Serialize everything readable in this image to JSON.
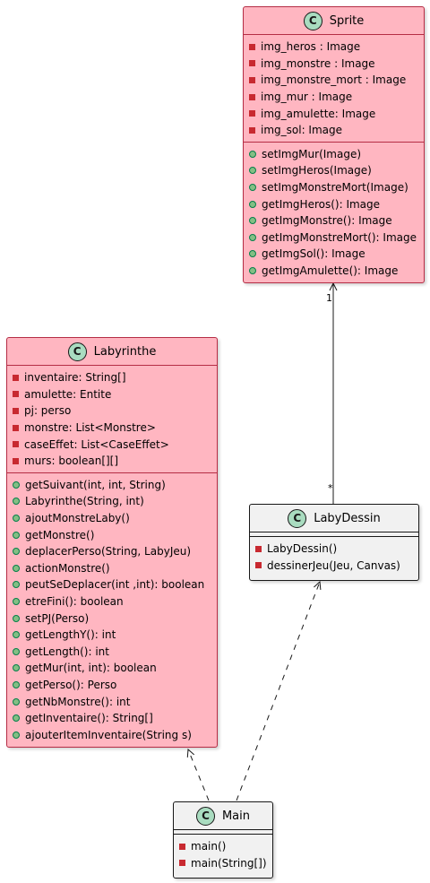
{
  "colors": {
    "class_fill": "#ffb6c1",
    "class_border": "#b52d45",
    "neutral_fill": "#f1f1f1",
    "badge_fill": "#a9dcc0",
    "private_marker": "#c82930",
    "public_marker": "#84be84",
    "edge": "#181818"
  },
  "classes": {
    "sprite": {
      "name": "Sprite",
      "badge": "C",
      "attributes": [
        {
          "vis": "private",
          "text": "img_heros : Image"
        },
        {
          "vis": "private",
          "text": "img_monstre : Image"
        },
        {
          "vis": "private",
          "text": "img_monstre_mort : Image"
        },
        {
          "vis": "private",
          "text": "img_mur : Image"
        },
        {
          "vis": "private",
          "text": "img_amulette: Image"
        },
        {
          "vis": "private",
          "text": "img_sol: Image"
        }
      ],
      "methods": [
        {
          "vis": "public",
          "text": "setImgMur(Image)"
        },
        {
          "vis": "public",
          "text": "setImgHeros(Image)"
        },
        {
          "vis": "public",
          "text": "setImgMonstreMort(Image)"
        },
        {
          "vis": "public",
          "text": "getImgHeros(): Image"
        },
        {
          "vis": "public",
          "text": "getImgMonstre(): Image"
        },
        {
          "vis": "public",
          "text": "getImgMonstreMort(): Image"
        },
        {
          "vis": "public",
          "text": "getImgSol(): Image"
        },
        {
          "vis": "public",
          "text": "getImgAmulette(): Image"
        }
      ]
    },
    "labyrinthe": {
      "name": "Labyrinthe",
      "badge": "C",
      "attributes": [
        {
          "vis": "private",
          "text": "inventaire: String[]"
        },
        {
          "vis": "private",
          "text": "amulette: Entite"
        },
        {
          "vis": "private",
          "text": "pj: perso"
        },
        {
          "vis": "private",
          "text": "monstre: List<Monstre>"
        },
        {
          "vis": "private",
          "text": "caseEffet: List<CaseEffet>"
        },
        {
          "vis": "private",
          "text": "murs: boolean[][]"
        }
      ],
      "methods": [
        {
          "vis": "public",
          "text": "getSuivant(int, int, String)"
        },
        {
          "vis": "public",
          "text": "Labyrinthe(String, int)"
        },
        {
          "vis": "public",
          "text": "ajoutMonstreLaby()"
        },
        {
          "vis": "public",
          "text": "getMonstre()"
        },
        {
          "vis": "public",
          "text": "deplacerPerso(String, LabyJeu)"
        },
        {
          "vis": "public",
          "text": "actionMonstre()"
        },
        {
          "vis": "public",
          "text": "peutSeDeplacer(int ,int): boolean"
        },
        {
          "vis": "public",
          "text": "etreFini(): boolean"
        },
        {
          "vis": "public",
          "text": "setPJ(Perso)"
        },
        {
          "vis": "public",
          "text": "getLengthY(): int"
        },
        {
          "vis": "public",
          "text": "getLength(): int"
        },
        {
          "vis": "public",
          "text": "getMur(int, int): boolean"
        },
        {
          "vis": "public",
          "text": "getPerso(): Perso"
        },
        {
          "vis": "public",
          "text": "getNbMonstre(): int"
        },
        {
          "vis": "public",
          "text": "getInventaire(): String[]"
        },
        {
          "vis": "public",
          "text": "ajouterItemInventaire(String s)"
        }
      ]
    },
    "labydessin": {
      "name": "LabyDessin",
      "badge": "C",
      "attributes": [],
      "methods": [
        {
          "vis": "private",
          "text": "LabyDessin()"
        },
        {
          "vis": "private",
          "text": "dessinerJeu(Jeu, Canvas)"
        }
      ]
    },
    "main": {
      "name": "Main",
      "badge": "C",
      "attributes": [],
      "methods": [
        {
          "vis": "private",
          "text": "main()"
        },
        {
          "vis": "private",
          "text": "main(String[])"
        }
      ]
    }
  },
  "relations": [
    {
      "from": "labydessin",
      "to": "sprite",
      "style": "solid",
      "from_mult": "*",
      "to_mult": "1"
    },
    {
      "from": "main",
      "to": "labydessin",
      "style": "dashed"
    },
    {
      "from": "main",
      "to": "labyrinthe",
      "style": "dashed"
    }
  ]
}
